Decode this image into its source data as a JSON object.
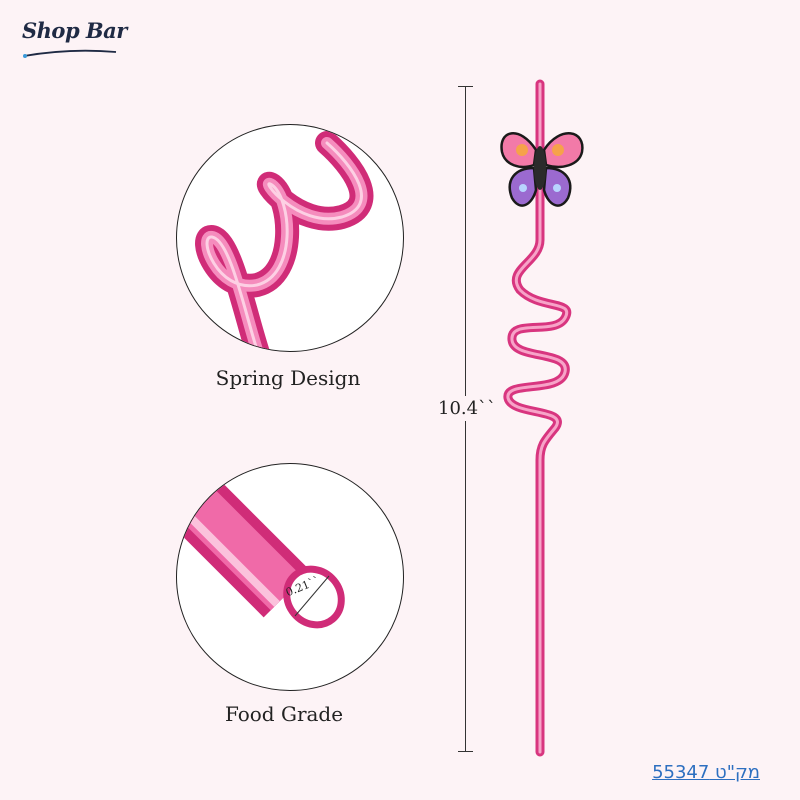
{
  "brand": {
    "logo_text": "Shop Bar"
  },
  "features": [
    {
      "label": "Spring Design"
    },
    {
      "label": "Food Grade"
    }
  ],
  "dimensions": {
    "length": "10.4``",
    "diameter": "0.21``"
  },
  "product_code": "מק\"ט 55347",
  "colors": {
    "straw": "#e8448f",
    "background": "#fdf3f6",
    "link": "#2d6fc0"
  },
  "decoration": {
    "topper": "butterfly-icon"
  }
}
